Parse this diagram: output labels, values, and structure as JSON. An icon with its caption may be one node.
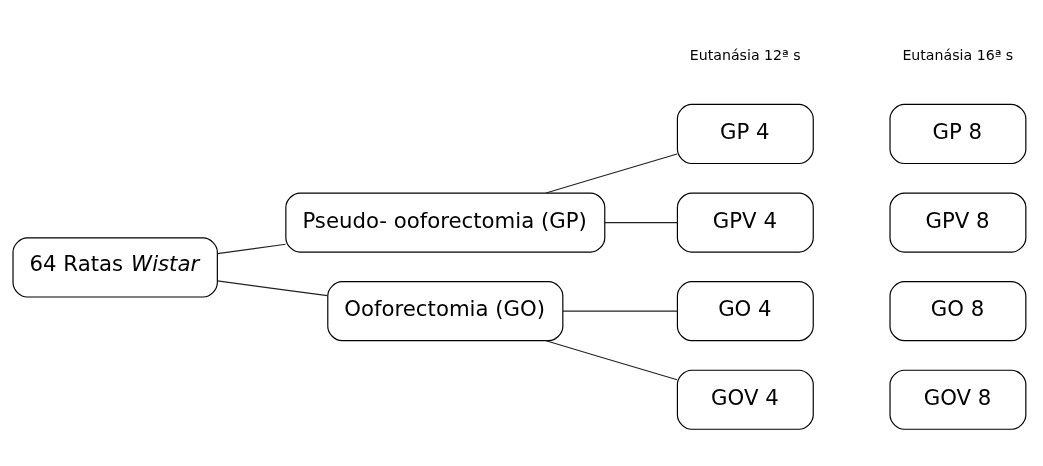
{
  "diagram": {
    "nodes": [
      {
        "text": [
          "64 Ratas *Wistar*"
        ]
      },
      {
        "text": [
          "Pseudo- ooforectomia (GP)"
        ]
      },
      {
        "text": [
          "Ooforectomia (GO)"
        ]
      },
      {
        "text": [
          "GP 4"
        ]
      },
      {
        "text": [
          "GPV 4"
        ]
      },
      {
        "text": [
          "GO 4"
        ]
      },
      {
        "text": [
          "GOV 4"
        ]
      },
      {
        "text": [
          "GP 8"
        ]
      },
      {
        "text": [
          "GPV 8"
        ]
      },
      {
        "text": [
          "GO 8"
        ]
      },
      {
        "text": [
          "GOV 8"
        ]
      }
    ],
    "edges": [
      {
        "from": 0,
        "to": 1,
        "arrow": "none"
      },
      {
        "from": 0,
        "to": 2,
        "arrow": "none"
      },
      {
        "from": 1,
        "to": 3,
        "arrow": "none"
      },
      {
        "from": 1,
        "to": 4,
        "arrow": "none"
      },
      {
        "from": 2,
        "to": 5,
        "arrow": "none"
      },
      {
        "from": 2,
        "to": 6,
        "arrow": "none"
      }
    ],
    "labels": [
      "Eutanásia 12ª s",
      "Eutanásia 16ª s"
    ]
  }
}
